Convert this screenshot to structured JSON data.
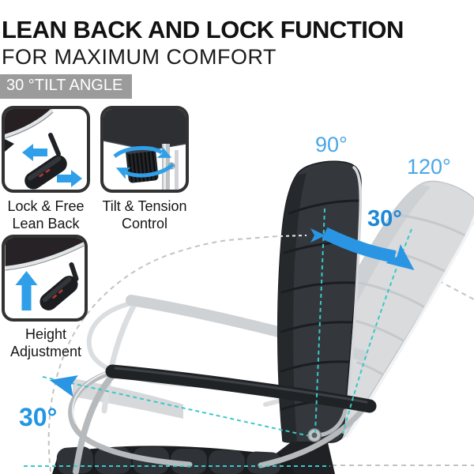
{
  "header": {
    "title": "LEAN BACK AND LOCK FUNCTION",
    "subtitle": "FOR MAXIMUM COMFORT",
    "badge": "30 °TILT ANGLE"
  },
  "features": [
    {
      "line1": "Lock & Free",
      "line2": "Lean Back",
      "icon": "lean-back-lever-arrows-icon"
    },
    {
      "line1": "Tilt & Tension",
      "line2": "Control",
      "icon": "tension-knob-rotation-icon"
    },
    {
      "line1": "Height",
      "line2": "Adjustment",
      "icon": "height-lever-up-arrow-icon"
    }
  ],
  "annotations": {
    "upright_angle": "90°",
    "reclined_angle": "120°",
    "tilt_range": "30°",
    "base_angle": "30°"
  },
  "colors": {
    "accent_blue": "#2a96e3",
    "angle_label_blue": "#4aa6e8",
    "bold_angle_blue": "#1d87d7",
    "teal_dashed": "#3bc8c8",
    "badge_bg": "#9b9b9b",
    "chair_black": "#34373c",
    "chair_ghost": "#d9dbdd"
  }
}
